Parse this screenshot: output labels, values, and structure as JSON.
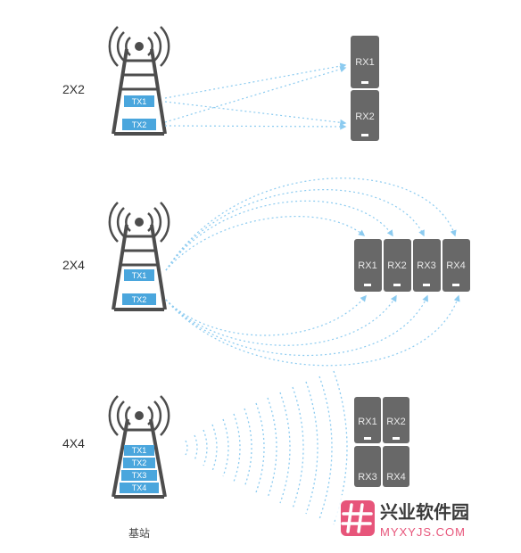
{
  "configs": [
    {
      "label": "2X2",
      "tx": [
        "TX1",
        "TX2"
      ],
      "rx": [
        "RX1",
        "RX2"
      ]
    },
    {
      "label": "2X4",
      "tx": [
        "TX1",
        "TX2"
      ],
      "rx": [
        "RX1",
        "RX2",
        "RX3",
        "RX4"
      ]
    },
    {
      "label": "4X4",
      "tx": [
        "TX1",
        "TX2",
        "TX3",
        "TX4"
      ],
      "rx": [
        "RX1",
        "RX2",
        "RX3",
        "RX4"
      ]
    }
  ],
  "caption": "基站",
  "watermark": {
    "brand": "兴业软件园",
    "url": "MYXYJS.COM",
    "accent": "#e7557a"
  },
  "colors": {
    "tower": "#4d4d4d",
    "tx_fill": "#4aa6dd",
    "beam": "#8ccbf0",
    "rx_device": "#686868"
  }
}
